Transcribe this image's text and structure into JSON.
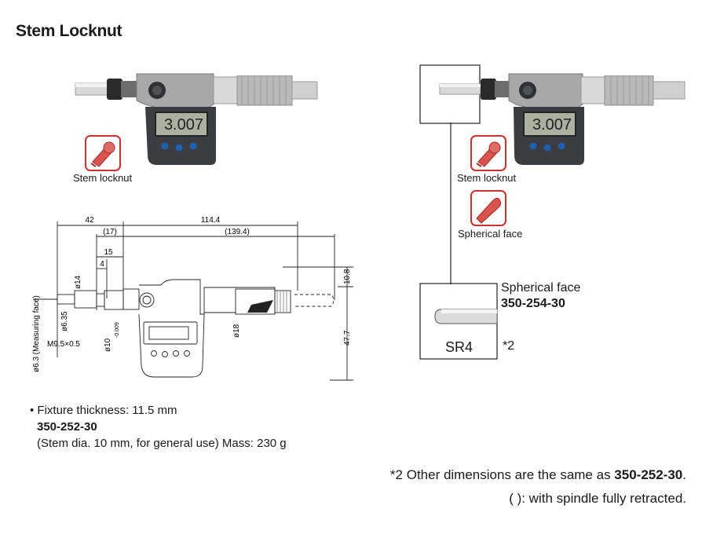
{
  "title": "Stem Locknut",
  "left_icon_label": "Stem locknut",
  "right_icon_label_1": "Stem locknut",
  "right_icon_label_2": "Spherical face",
  "lcd_left": "3.007",
  "lcd_right": "3.007",
  "dimensions": {
    "d42": "42",
    "d114": "114.4",
    "d17": "(17)",
    "d139": "(139.4)",
    "d15": "15",
    "d4": "4",
    "d108": "10.8",
    "d477": "47.7",
    "d14": "ø14",
    "d635": "ø6.35",
    "m95": "M9.5×0.5",
    "d10": "ø10",
    "d10tol": "-0.009",
    "d18": "ø18",
    "measface": "ø6.3 (Measuring face)"
  },
  "detail": {
    "label": "Spherical face",
    "model": "350-254-30",
    "sr": "SR4",
    "ref": "*2"
  },
  "notes": {
    "bullet": "• Fixture thickness: 11.5 mm",
    "model": "350-252-30",
    "desc": "(Stem dia. 10 mm, for general use) Mass: 230 g"
  },
  "footnote": {
    "prefix": "*2 Other dimensions are the same as ",
    "model": "350-252-30",
    "suffix": ".",
    "line2": "(  ): with spindle fully retracted."
  },
  "colors": {
    "icon_red": "#c8312c",
    "body_dark": "#3a3d42",
    "lcd": "#a9b2a0",
    "button_blue": "#1f5fae"
  }
}
